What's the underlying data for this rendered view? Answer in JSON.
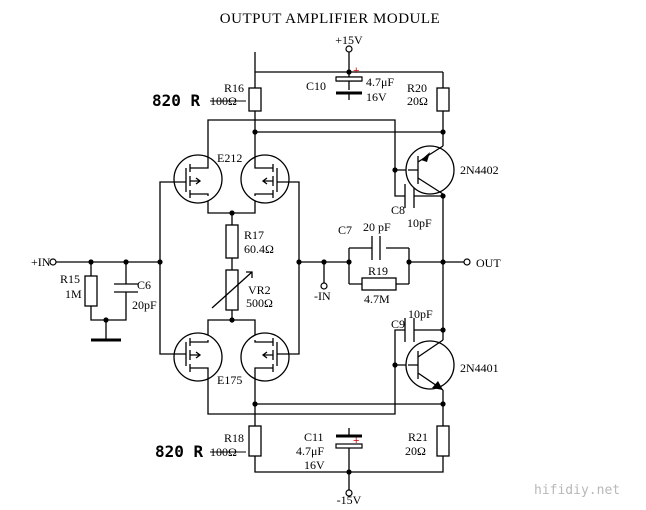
{
  "title": "OUTPUT AMPLIFIER  MODULE",
  "rails": {
    "vpos": "+15V",
    "vneg": "-15V"
  },
  "io": {
    "input": "+IN",
    "output": "OUT",
    "inverting_input": "-IN"
  },
  "components": {
    "r16": {
      "ref": "R16",
      "value": "100Ω",
      "mod": "820 R"
    },
    "r18": {
      "ref": "R18",
      "value": "100Ω",
      "mod": "820 R"
    },
    "c10": {
      "ref": "C10",
      "value": "4.7μF",
      "voltage": "16V",
      "polarity": "+"
    },
    "c11": {
      "ref": "C11",
      "value": "4.7μF",
      "voltage": "16V",
      "polarity": "+"
    },
    "r20": {
      "ref": "R20",
      "value": "20Ω"
    },
    "r21": {
      "ref": "R21",
      "value": "20Ω"
    },
    "r17": {
      "ref": "R17",
      "value": "60.4Ω"
    },
    "vr2": {
      "ref": "VR2",
      "value": "500Ω"
    },
    "r15": {
      "ref": "R15",
      "value": "1M"
    },
    "c6": {
      "ref": "C6",
      "value": "20pF"
    },
    "c7": {
      "ref": "C7",
      "value": "20 pF"
    },
    "r19": {
      "ref": "R19",
      "value": "4.7M"
    },
    "c8": {
      "ref": "C8",
      "value": "10pF"
    },
    "c9": {
      "ref": "C9",
      "value": "10pF"
    },
    "q_upper": {
      "part": "E212"
    },
    "q_lower": {
      "part": "E175"
    },
    "q_pnp": {
      "part": "2N4402"
    },
    "q_npn": {
      "part": "2N4401"
    }
  },
  "watermark": "hifidiy.net"
}
